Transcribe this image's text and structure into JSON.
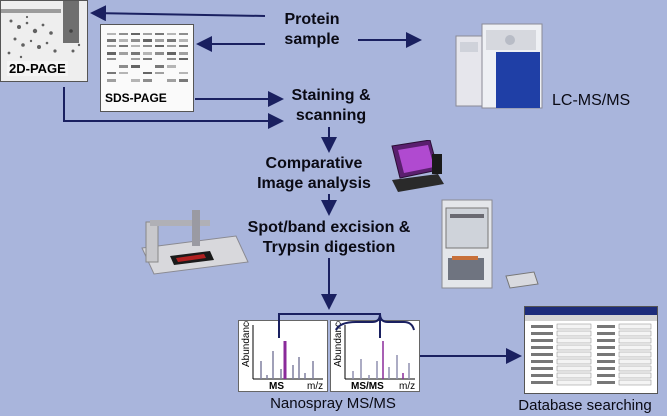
{
  "diagram": {
    "steps": {
      "protein_sample": "Protein\nsample",
      "staining": "Staining &\nscanning",
      "comparative": "Comparative\nImage analysis",
      "excision": "Spot/band excision &\nTrypsin digestion",
      "nanospray": "Nanospray MS/MS",
      "database": "Database searching",
      "lcms": "LC-MS/MS"
    },
    "gels": {
      "twod": "2D-PAGE",
      "sds": "SDS-PAGE"
    },
    "spectra": {
      "ylabel": "Abundance",
      "xunit": "m/z",
      "left_label": "MS",
      "right_label": "MS/MS"
    }
  },
  "colors": {
    "background": "#a9b5dc",
    "arrow": "#1a2060",
    "text": "#0a0a14",
    "spectrum_highlight": "#8a2a9a"
  }
}
